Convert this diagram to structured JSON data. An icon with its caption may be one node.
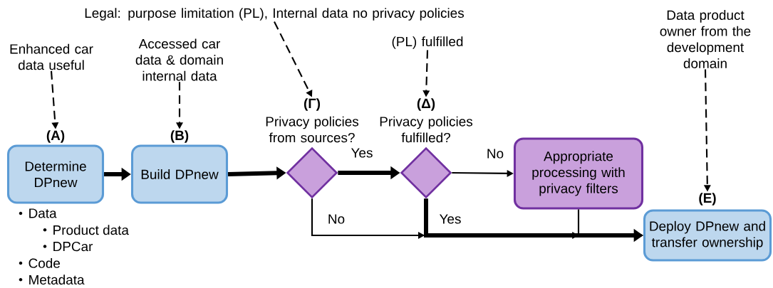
{
  "diagram": {
    "nodes": [
      {
        "text": [
          "Enhanced car data useful"
        ]
      },
      {
        "text": [
          "Accessed car data & domain internal data"
        ]
      },
      {
        "text": [
          "Legal: purpose limitation (PL), Internal data no privacy policies"
        ]
      },
      {
        "text": [
          "(PL) fulfilled"
        ]
      },
      {
        "text": [
          "Data product owner from the development domain"
        ]
      },
      {
        "text": [
          "(A)",
          "Determine DPnew"
        ],
        "beside": [
          "Data",
          "Product data",
          "DPCar",
          "Code",
          "Metadata"
        ]
      },
      {
        "text": [
          "(B)",
          "Build DPnew"
        ]
      },
      {
        "text": [
          "(Γ)",
          "Privacy policies from sources?"
        ]
      },
      {
        "text": [
          "(Δ)",
          "Privacy policies fulfilled?"
        ]
      },
      {
        "text": [
          "Appropriate processing with privacy filters"
        ]
      },
      {
        "text": [
          "(E)",
          "Deploy DPnew and transfer ownership"
        ]
      }
    ],
    "edges": [
      {
        "from": 0,
        "to": 5,
        "arrow": "to",
        "style": "dashed"
      },
      {
        "from": 1,
        "to": 6,
        "arrow": "to",
        "style": "dashed"
      },
      {
        "from": 2,
        "to": 7,
        "arrow": "to",
        "style": "dashed"
      },
      {
        "from": 3,
        "to": 8,
        "arrow": "to",
        "style": "dashed"
      },
      {
        "from": 4,
        "to": 10,
        "arrow": "to",
        "style": "dashed"
      },
      {
        "from": 5,
        "to": 6,
        "arrow": "to",
        "style": "thick"
      },
      {
        "from": 6,
        "to": 7,
        "arrow": "to",
        "style": "thick"
      },
      {
        "from": 7,
        "to": 8,
        "arrow": "to",
        "style": "thick",
        "label": "Yes"
      },
      {
        "from": 8,
        "to": 9,
        "arrow": "to",
        "label": "No"
      },
      {
        "from": 7,
        "to": 10,
        "arrow": "to",
        "label": "No"
      },
      {
        "from": 9,
        "to": 10,
        "arrow": "to"
      },
      {
        "from": 8,
        "to": 10,
        "arrow": "to",
        "style": "thick",
        "label": "Yes"
      }
    ]
  }
}
